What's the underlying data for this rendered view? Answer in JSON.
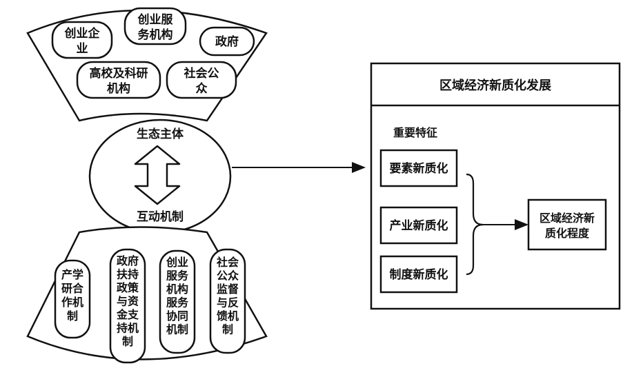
{
  "top_fan": {
    "entities": [
      {
        "lines": [
          "创业企",
          "业"
        ]
      },
      {
        "lines": [
          "创业服",
          "务机构"
        ]
      },
      {
        "lines": [
          "政府"
        ]
      },
      {
        "lines": [
          "高校及科研",
          "机构"
        ]
      },
      {
        "lines": [
          "社会公",
          "众"
        ]
      }
    ]
  },
  "center": {
    "top_label": "生态主体",
    "bottom_label": "互动机制"
  },
  "bottom_fan": {
    "mechanisms": [
      {
        "chars": [
          "产",
          "学",
          "研",
          "合",
          "作",
          "机",
          "制"
        ]
      },
      {
        "chars": [
          "政",
          "府",
          "扶",
          "持",
          "政",
          "策",
          "与",
          "资",
          "金",
          "支",
          "持",
          "机",
          "制"
        ]
      },
      {
        "chars": [
          "创",
          "业",
          "服",
          "务",
          "机",
          "构",
          "服",
          "务",
          "协",
          "同",
          "机",
          "制"
        ]
      },
      {
        "chars": [
          "社",
          "会",
          "公",
          "众",
          "监",
          "督",
          "与",
          "反",
          "馈",
          "机",
          "制"
        ]
      }
    ]
  },
  "right_panel": {
    "title": "区域经济新质化发展",
    "subtitle": "重要特征",
    "features": [
      {
        "label": "要素新质化"
      },
      {
        "label": "产业新质化"
      },
      {
        "label": "制度新质化"
      }
    ],
    "result": {
      "lines": [
        "区域经济新",
        "质化程度"
      ]
    }
  },
  "colors": {
    "stroke": "#111111",
    "background": "#ffffff"
  }
}
